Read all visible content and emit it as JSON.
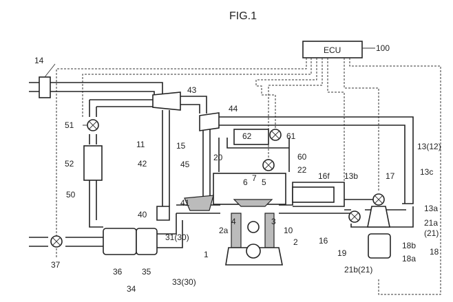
{
  "figure": {
    "title": "FIG.1",
    "ecu_label": "ECU",
    "labels": [
      "100",
      "14",
      "43",
      "44",
      "51",
      "52",
      "50",
      "11",
      "42",
      "15",
      "45",
      "62",
      "61",
      "60",
      "20",
      "22",
      "6",
      "7",
      "5",
      "16f",
      "13(12)",
      "13c",
      "13b",
      "17",
      "13a",
      "21a",
      "(21)",
      "41",
      "40",
      "4",
      "3",
      "10",
      "2a",
      "31(30)",
      "2",
      "16",
      "19",
      "18b",
      "18a",
      "18",
      "21b(21)",
      "1",
      "33(30)",
      "36",
      "35",
      "34",
      "37"
    ]
  }
}
